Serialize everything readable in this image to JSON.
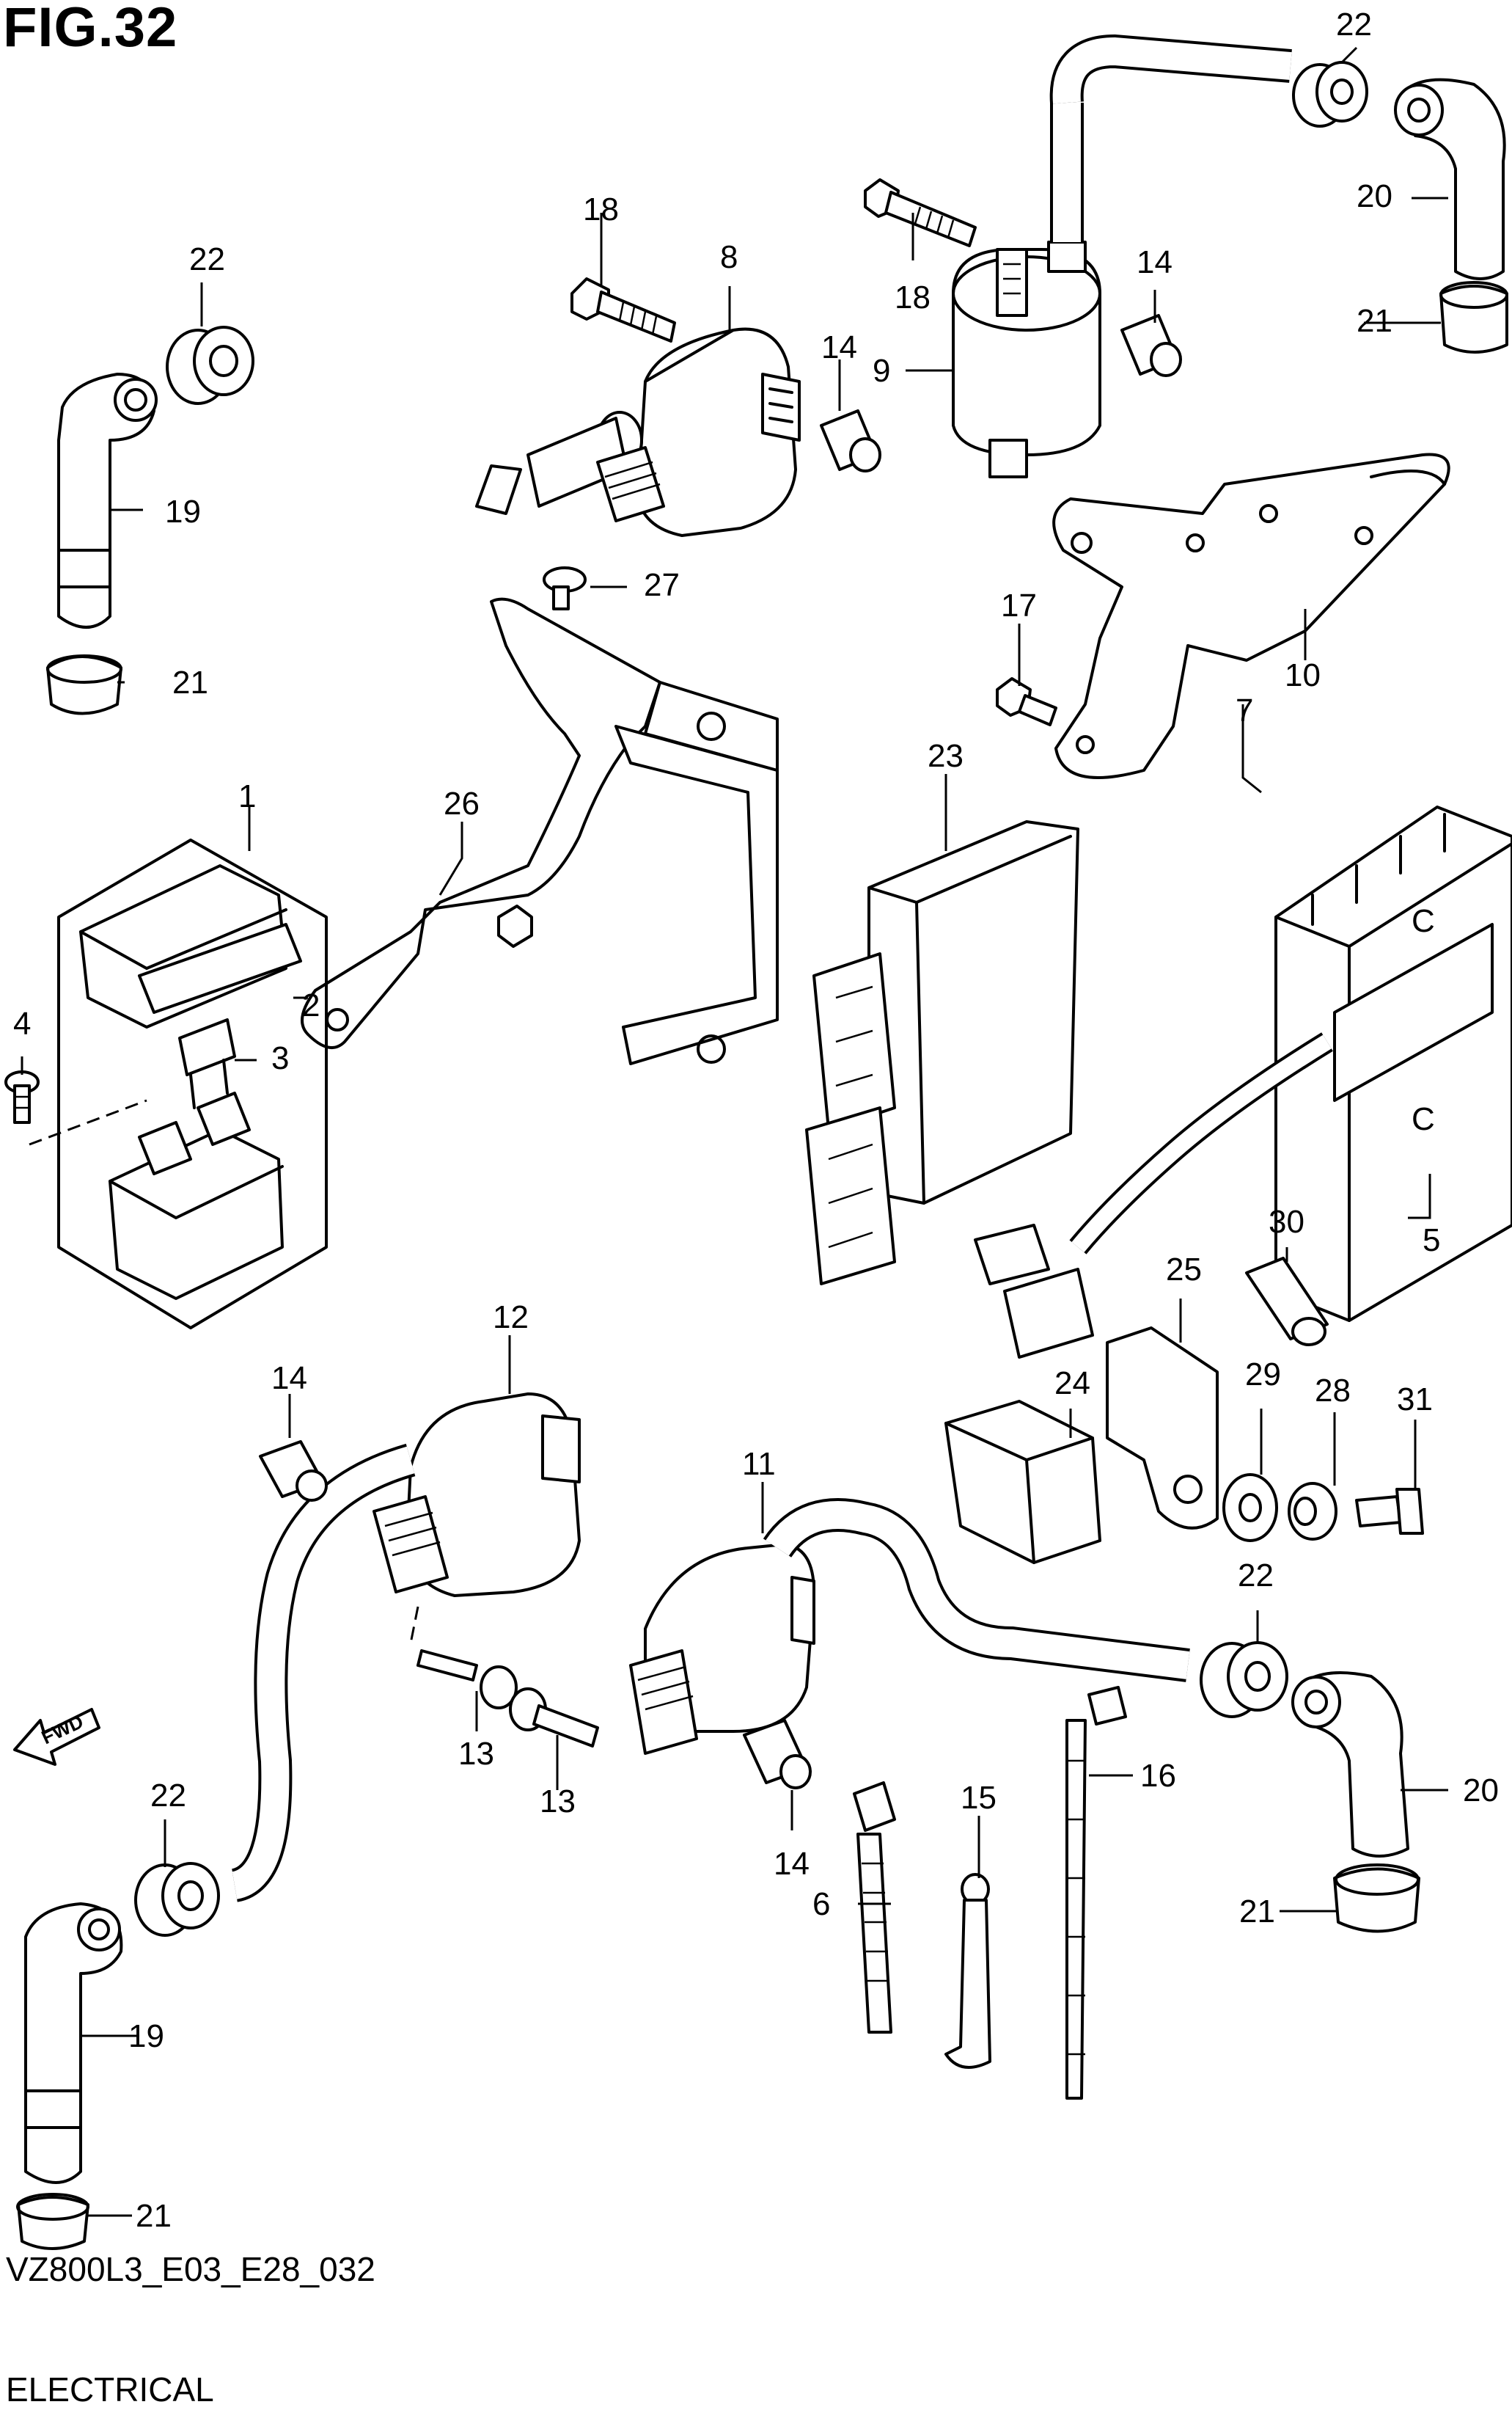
{
  "figure": {
    "title": "FIG.32",
    "model_code": "VZ800L3_E03_E28_032",
    "caption": "ELECTRICAL",
    "direction_label": "FWD"
  },
  "callouts": [
    {
      "id": "c1",
      "label": "1"
    },
    {
      "id": "c2",
      "label": "2"
    },
    {
      "id": "c3",
      "label": "3"
    },
    {
      "id": "c4",
      "label": "4"
    },
    {
      "id": "c5",
      "label": "5"
    },
    {
      "id": "c6",
      "label": "6"
    },
    {
      "id": "c7",
      "label": "7"
    },
    {
      "id": "c8",
      "label": "8"
    },
    {
      "id": "c9",
      "label": "9"
    },
    {
      "id": "c10",
      "label": "10"
    },
    {
      "id": "c11",
      "label": "11"
    },
    {
      "id": "c12",
      "label": "12"
    },
    {
      "id": "c13a",
      "label": "13"
    },
    {
      "id": "c13b",
      "label": "13"
    },
    {
      "id": "c14a",
      "label": "14"
    },
    {
      "id": "c14b",
      "label": "14"
    },
    {
      "id": "c14c",
      "label": "14"
    },
    {
      "id": "c14d",
      "label": "14"
    },
    {
      "id": "c15",
      "label": "15"
    },
    {
      "id": "c16",
      "label": "16"
    },
    {
      "id": "c17",
      "label": "17"
    },
    {
      "id": "c18a",
      "label": "18"
    },
    {
      "id": "c18b",
      "label": "18"
    },
    {
      "id": "c19a",
      "label": "19"
    },
    {
      "id": "c19b",
      "label": "19"
    },
    {
      "id": "c20a",
      "label": "20"
    },
    {
      "id": "c20b",
      "label": "20"
    },
    {
      "id": "c21a",
      "label": "21"
    },
    {
      "id": "c21b",
      "label": "21"
    },
    {
      "id": "c21c",
      "label": "21"
    },
    {
      "id": "c21d",
      "label": "21"
    },
    {
      "id": "c22a",
      "label": "22"
    },
    {
      "id": "c22b",
      "label": "22"
    },
    {
      "id": "c22c",
      "label": "22"
    },
    {
      "id": "c22d",
      "label": "22"
    },
    {
      "id": "c23",
      "label": "23"
    },
    {
      "id": "c24",
      "label": "24"
    },
    {
      "id": "c25",
      "label": "25"
    },
    {
      "id": "c26",
      "label": "26"
    },
    {
      "id": "c27",
      "label": "27"
    },
    {
      "id": "c28",
      "label": "28"
    },
    {
      "id": "c29",
      "label": "29"
    },
    {
      "id": "c30",
      "label": "30"
    },
    {
      "id": "c31",
      "label": "31"
    }
  ]
}
